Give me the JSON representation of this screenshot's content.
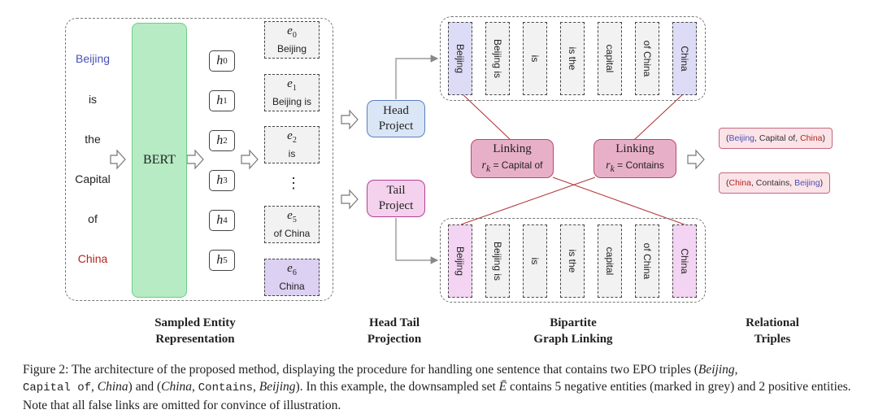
{
  "words": [
    {
      "text": "Beijing",
      "color": "#4a4fb5"
    },
    {
      "text": "is",
      "color": "#222222"
    },
    {
      "text": "the",
      "color": "#222222"
    },
    {
      "text": "Capital",
      "color": "#222222"
    },
    {
      "text": "of",
      "color": "#222222"
    },
    {
      "text": "China",
      "color": "#b3261e"
    }
  ],
  "bert_label": "BERT",
  "hidden": [
    {
      "base": "h",
      "sub": "0"
    },
    {
      "base": "h",
      "sub": "1"
    },
    {
      "base": "h",
      "sub": "2"
    },
    {
      "base": "h",
      "sub": "3"
    },
    {
      "base": "h",
      "sub": "4"
    },
    {
      "base": "h",
      "sub": "5"
    }
  ],
  "entities": [
    {
      "base": "e",
      "sub": "0",
      "text": "Beijing"
    },
    {
      "base": "e",
      "sub": "1",
      "text": "Beijing is"
    },
    {
      "base": "e",
      "sub": "2",
      "text": "is"
    },
    {
      "base": "e",
      "sub": "5",
      "text": "of China"
    },
    {
      "base": "e",
      "sub": "6",
      "text": "China"
    }
  ],
  "ellipsis": "⋮",
  "head_project": {
    "line1": "Head",
    "line2": "Project"
  },
  "tail_project": {
    "line1": "Tail",
    "line2": "Project"
  },
  "bipartite_entities": [
    "Beijing",
    "Beijing is",
    "is",
    "is the",
    "capital",
    "of China",
    "China"
  ],
  "linking": [
    {
      "title": "Linking",
      "rk_symbol": "r",
      "rk_sub": "k",
      "relation": " = Capital of"
    },
    {
      "title": "Linking",
      "rk_symbol": "r",
      "rk_sub": "k",
      "relation": " = Contains"
    }
  ],
  "triples": [
    {
      "open": "(",
      "head": "Beijing",
      "rel": ", Capital of, ",
      "tail": "China",
      "close": ")"
    },
    {
      "open": "(",
      "head": "China",
      "rel": ", Contains, ",
      "tail": "Beijing",
      "close": ")"
    }
  ],
  "section_labels": {
    "s1": {
      "line1": "Sampled Entity",
      "line2": "Representation"
    },
    "s2": {
      "line1": "Head Tail",
      "line2": "Projection"
    },
    "s3": {
      "line1": "Bipartite",
      "line2": "Graph Linking"
    },
    "s4": {
      "line1": "Relational",
      "line2": "Triples"
    }
  },
  "caption": {
    "p1": "Figure 2: The architecture of the proposed method, displaying the procedure for handling one sentence that contains two EPO triples (",
    "i1": "Beijing",
    "p2": ",",
    "m1": "Capital of",
    "p3": ", ",
    "i2": "China",
    "p4": ") and (",
    "i3": "China",
    "p5": ", ",
    "m2": "Contains",
    "p6": ", ",
    "i4": "Beijing",
    "p7": "). In this example, the downsampled set ",
    "set_symbol": "Ē",
    "p8": " contains 5 negative entities (marked in grey) and 2 positive entities. Note that all false links are omitted for convince of illustration."
  },
  "colors": {
    "head_entity": "#4a4fb5",
    "tail_entity": "#b3261e",
    "link_line": "#b33a3a",
    "positive_head": "#dcdcf6",
    "positive_tail": "#f3d4f2",
    "negative": "#f2f2f2"
  }
}
